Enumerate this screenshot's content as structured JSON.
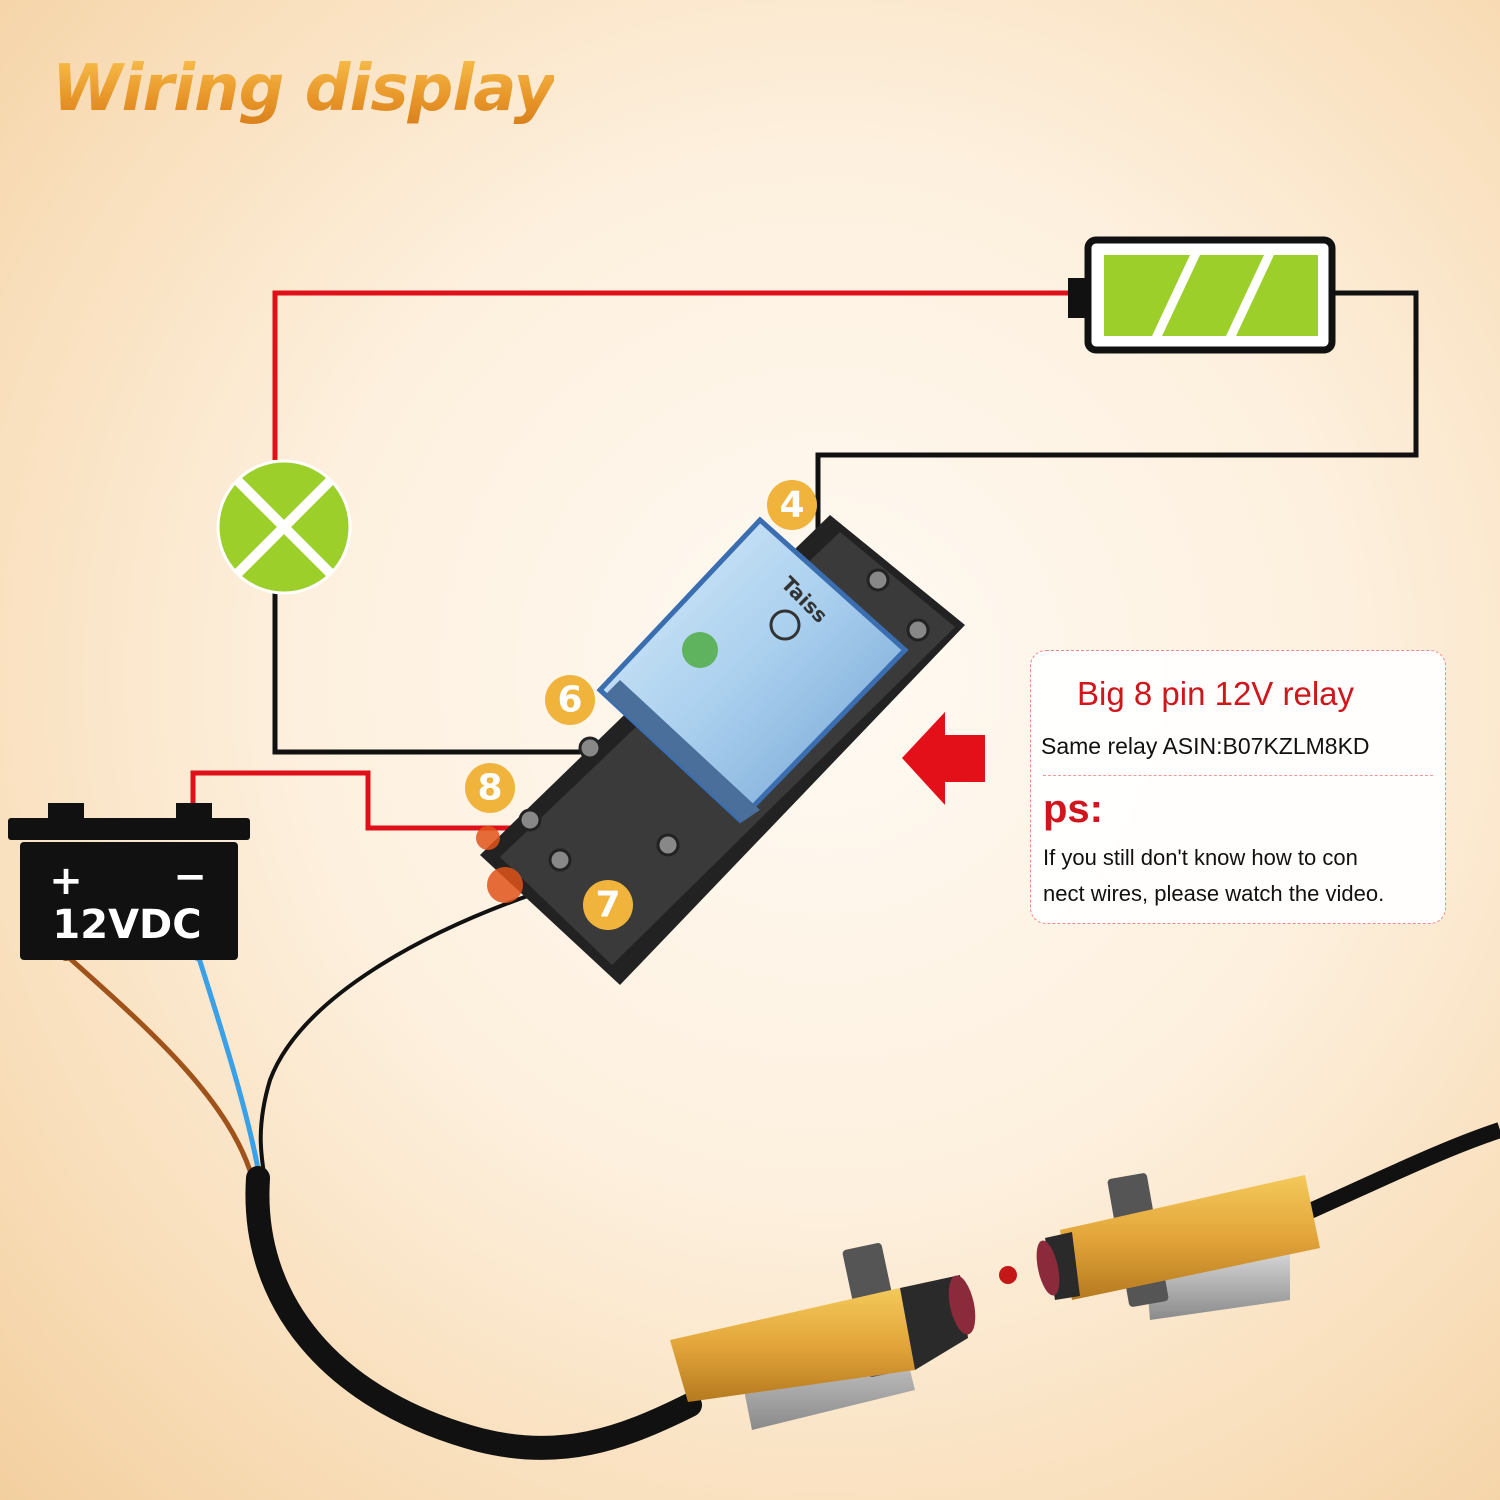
{
  "title": "Wiring display",
  "pins": {
    "pin4": "4",
    "pin6": "6",
    "pin7": "7",
    "pin8": "8"
  },
  "power_supply": {
    "plus": "+",
    "minus": "−",
    "label": "12VDC"
  },
  "relay_brand_text": "Taiss",
  "info_box": {
    "heading": "Big 8 pin 12V relay",
    "asin": "Same relay ASIN:B07KZLM8KD",
    "ps": "ps:",
    "note_line_1": "If you still don't know how to con",
    "note_line_2": "nect wires, please watch the video."
  },
  "colors": {
    "title": "#e8972a",
    "wire_red": "#e0101a",
    "wire_black": "#111111",
    "wire_brown": "#a0521b",
    "wire_blue": "#3aa0e8",
    "battery_green": "#9ccf2a",
    "pin_badge": "#f0b43c",
    "arrow": "#e3101a"
  },
  "icons": [
    "battery-icon",
    "lamp-icon",
    "relay-icon",
    "power-supply-icon",
    "photoelectric-sensor-icon",
    "arrow-icon"
  ]
}
